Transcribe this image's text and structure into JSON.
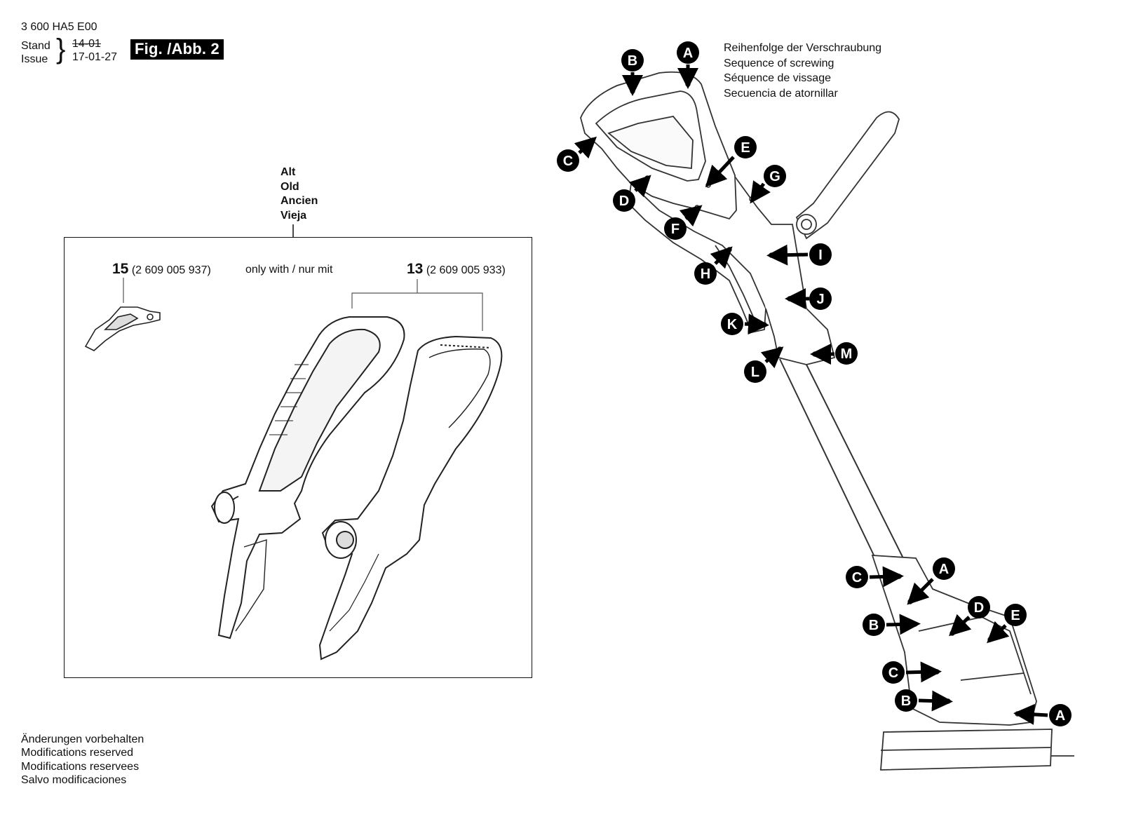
{
  "header": {
    "doc_id": "3 600 HA5 E00",
    "stand_label": "Stand",
    "issue_label": "Issue",
    "stand_old": "14-01",
    "issue_date": "17-01-27",
    "figure_label": "Fig. /Abb. 2"
  },
  "old_version": {
    "labels": [
      "Alt",
      "Old",
      "Ancien",
      "Vieja"
    ],
    "note": "only with / nur mit",
    "parts": [
      {
        "number": "15",
        "code": "(2 609 005 937)"
      },
      {
        "number": "13",
        "code": "(2 609 005 933)"
      }
    ]
  },
  "sequence_title": [
    "Reihenfolge der Verschraubung",
    "Sequence of screwing",
    "Séquence de vissage",
    "Secuencia de atornillar"
  ],
  "handle_screws": [
    "A",
    "B",
    "C",
    "D",
    "E",
    "F",
    "G",
    "H",
    "I",
    "J",
    "K",
    "L",
    "M"
  ],
  "head_screws": [
    "A",
    "C",
    "B",
    "D",
    "E",
    "C",
    "B",
    "A"
  ],
  "footer": {
    "modifications": [
      "Änderungen vorbehalten",
      "Modifications reserved",
      "Modifications reservees",
      "Salvo modificaciones"
    ]
  }
}
